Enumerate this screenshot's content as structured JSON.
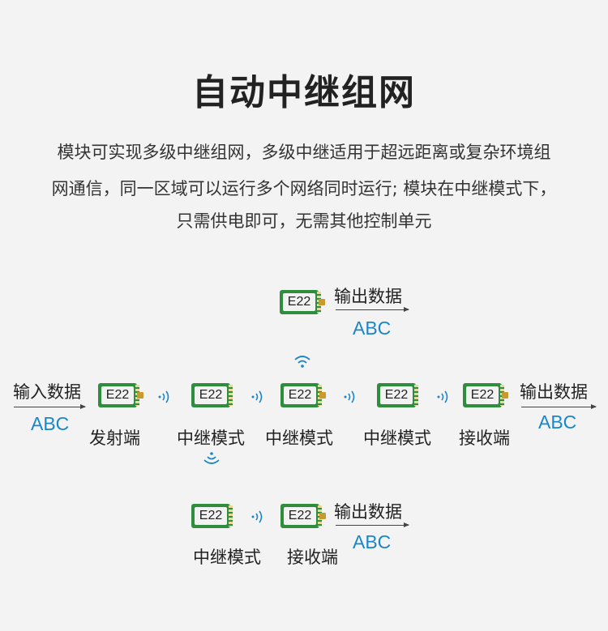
{
  "title": "自动中继组网",
  "description": [
    "模块可实现多级中继组网，多级中继适用于超远距离或复杂环境组",
    "网通信，同一区域可以运行多个网络同时运行; 模块在中继模式下，",
    "只需供电即可，无需其他控制单元"
  ],
  "module_label": "E22",
  "input_label": "输入数据",
  "output_label": "输出数据",
  "data_value": "ABC",
  "roles": {
    "sender": "发射端",
    "relay": "中继模式",
    "receiver": "接收端"
  },
  "colors": {
    "module_green": "#2e8e3e",
    "data_blue": "#1a86c8",
    "background": "#f3f3f4"
  }
}
